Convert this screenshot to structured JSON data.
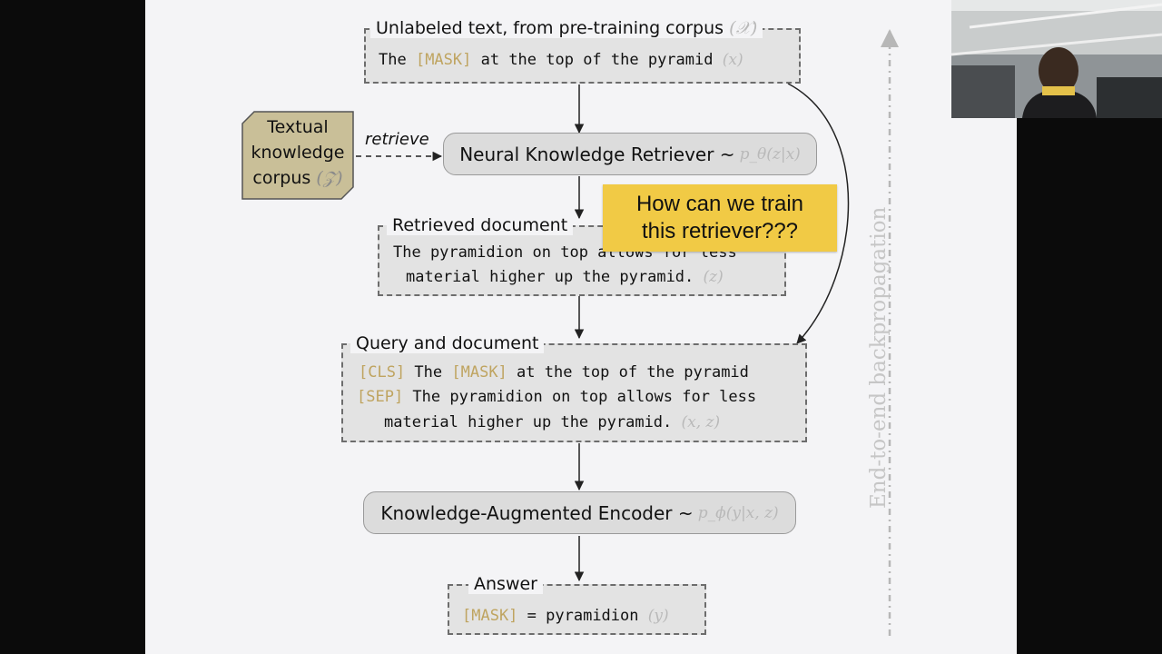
{
  "slide": {
    "input_box": {
      "title": "Unlabeled text, from pre-training corpus",
      "title_symbol": "(𝒳)",
      "text_pre": "The ",
      "token": "[MASK]",
      "text_post": " at the top of the pyramid",
      "symbol": "(x)"
    },
    "retriever": {
      "label": "Neural Knowledge Retriever ~",
      "formula": "p_θ(z|x)"
    },
    "corpus": {
      "line1": "Textual",
      "line2": "knowledge",
      "line3": "corpus",
      "symbol": "(𝒵)"
    },
    "retrieve_label": "retrieve",
    "retrieved_box": {
      "title": "Retrieved document",
      "line1": "The pyramidion on top allows for less",
      "line2": "material higher up the pyramid.",
      "symbol": "(z)"
    },
    "callout": {
      "line1": "How can we train",
      "line2": "this retriever???"
    },
    "query_box": {
      "title": "Query and document",
      "cls": "[CLS]",
      "line1_pre": " The ",
      "mask": "[MASK]",
      "line1_post": " at the top of the pyramid",
      "sep": "[SEP]",
      "line2": " The pyramidion on top allows for less",
      "line3": "material higher up the pyramid.",
      "symbol": "(x, z)"
    },
    "encoder": {
      "label": "Knowledge-Augmented Encoder ~",
      "formula": "p_ϕ(y|x, z)"
    },
    "answer_box": {
      "title": "Answer",
      "token": "[MASK]",
      "equals": " = ",
      "value": "pyramidion",
      "symbol": "(y)"
    },
    "backprop_label": "End-to-end backpropagation"
  },
  "colors": {
    "slide_bg": "#f4f4f6",
    "page_bg": "#0b0b0b",
    "token": "#bfa460",
    "callout": "#f1ca45",
    "corpus_fill": "#c9bf98",
    "box_fill": "#e3e3e3",
    "muted_symbol": "#b9b9b9"
  }
}
